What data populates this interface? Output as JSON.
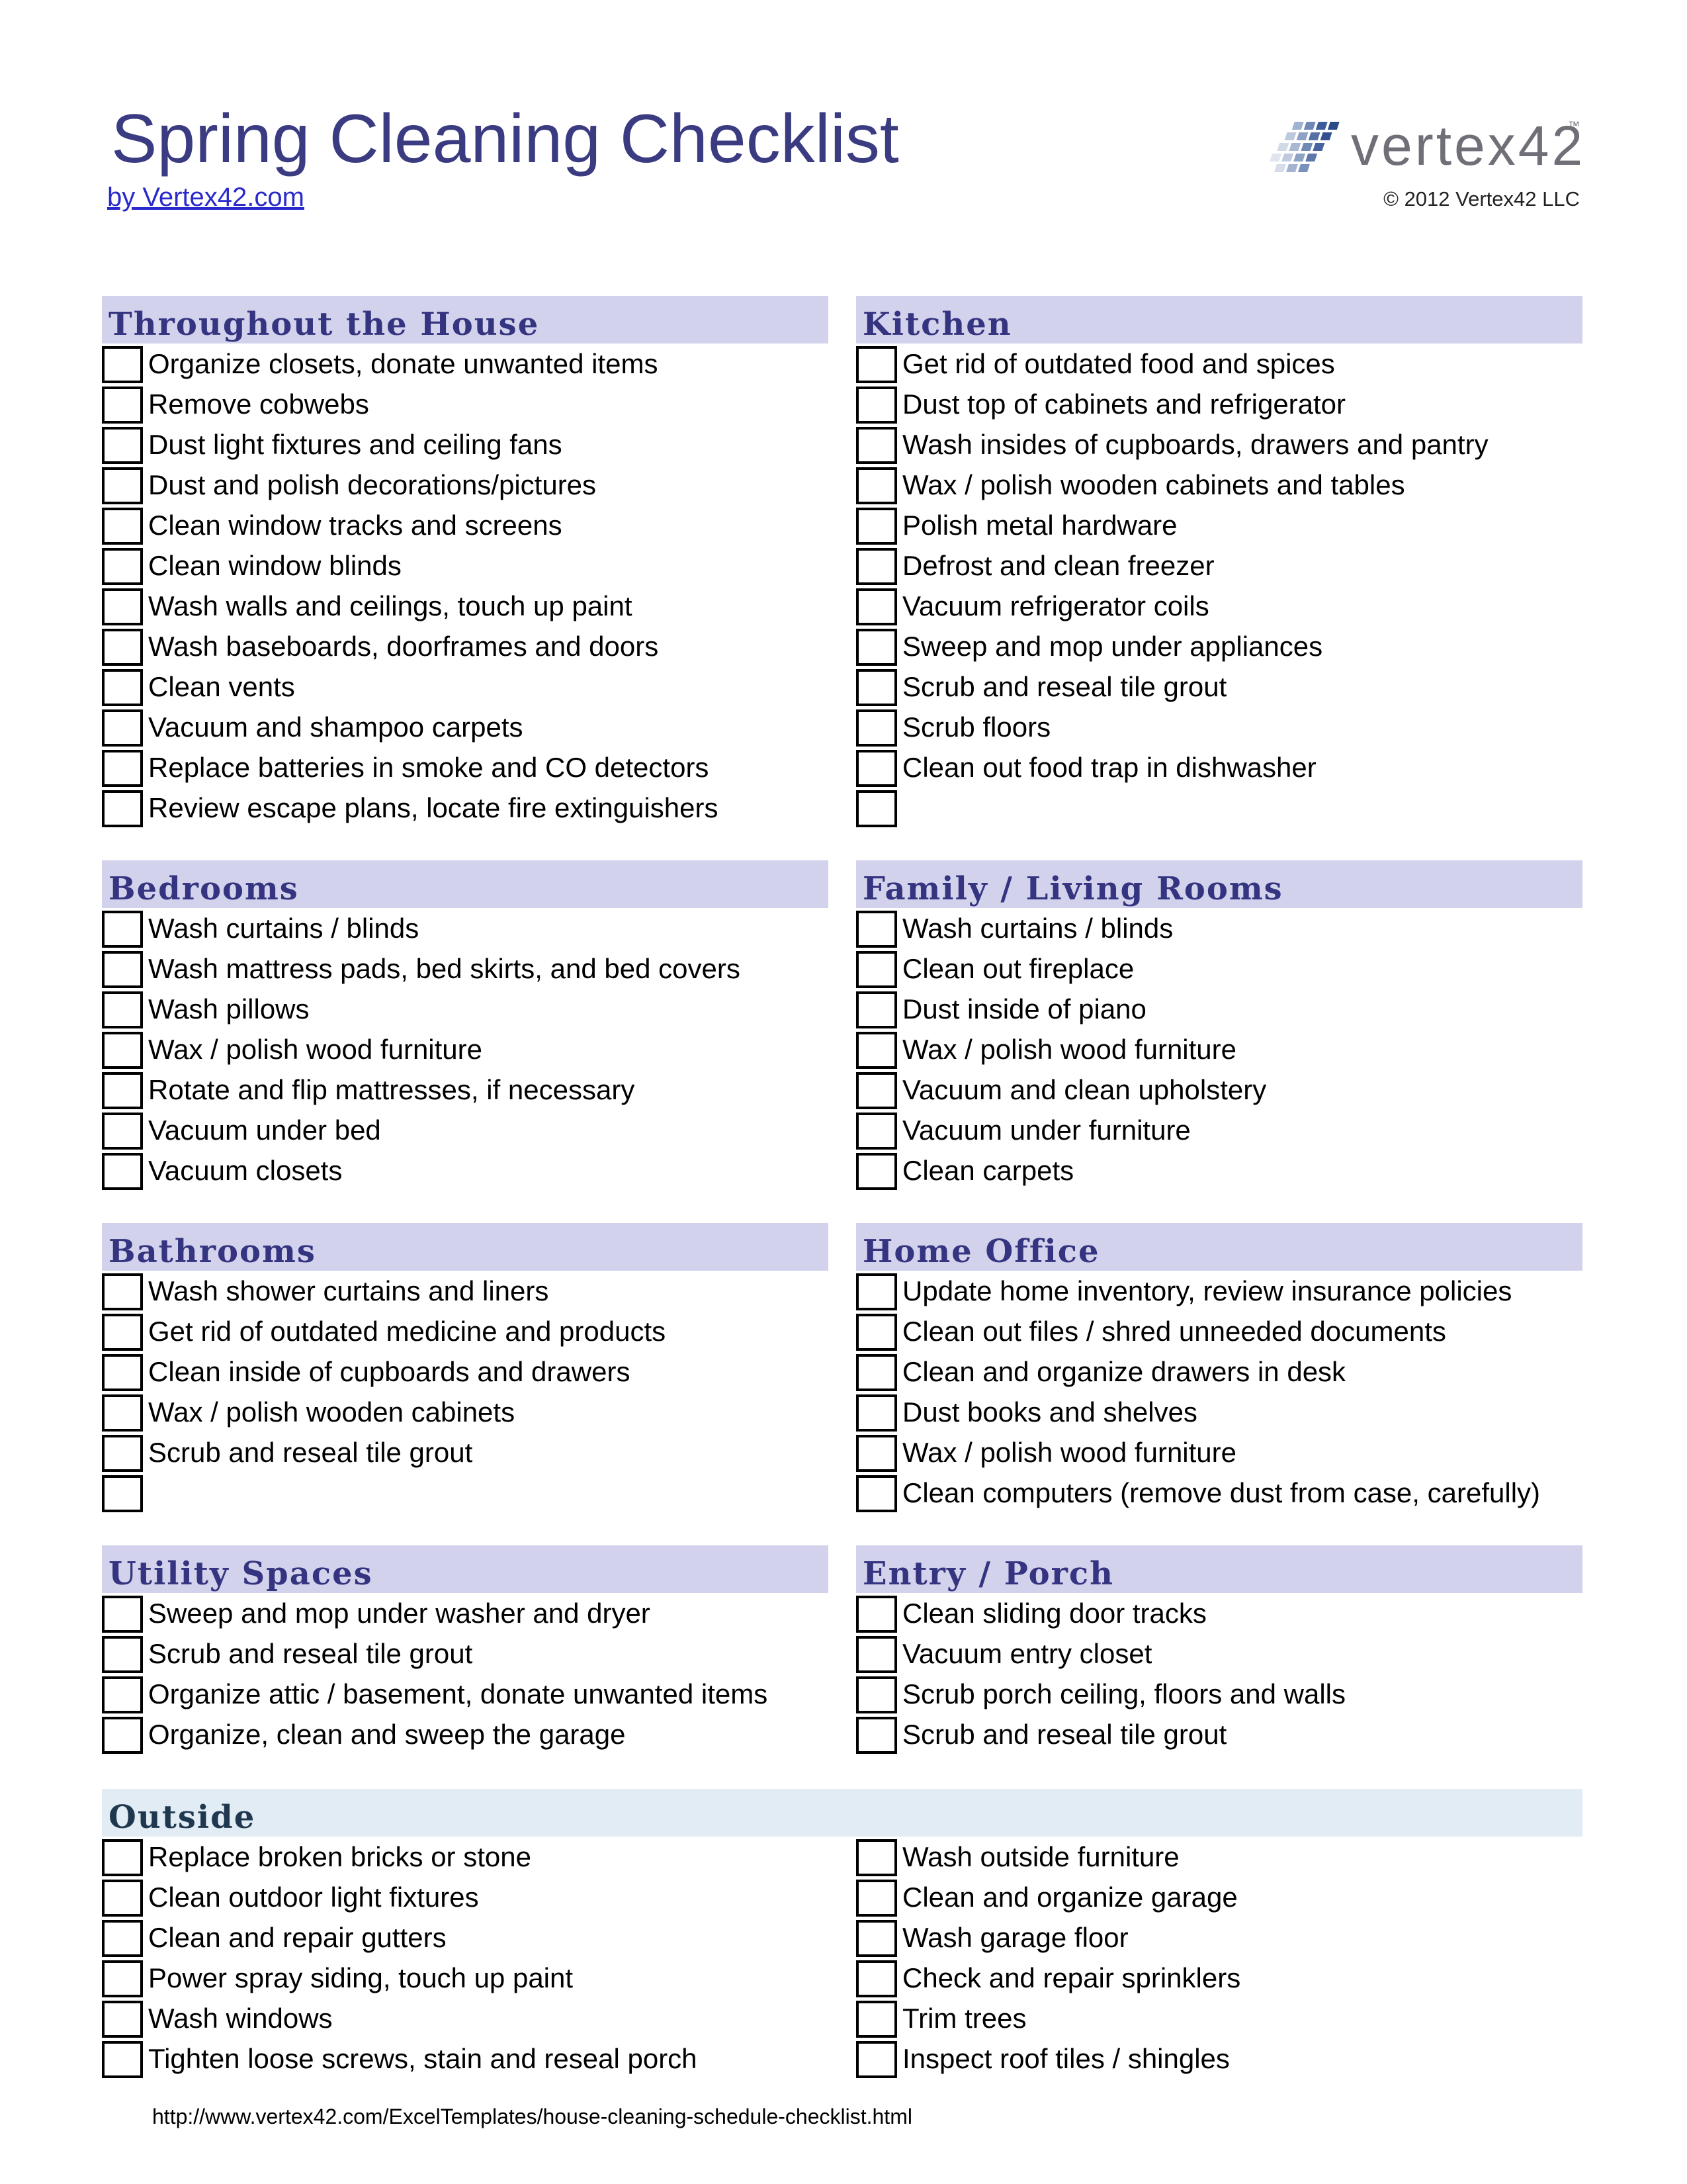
{
  "header": {
    "title": "Spring Cleaning Checklist",
    "byline": "by Vertex42.com",
    "logo_text": "vertex42",
    "logo_tm": "™",
    "copyright": "© 2012 Vertex42 LLC"
  },
  "colors": {
    "title": "#3b3b82",
    "header_band": "#d3d2ec",
    "outside_band": "#e2ecf4",
    "link": "#2a2acc"
  },
  "sections": {
    "throughout": {
      "title": "Throughout the House",
      "items": [
        "Organize closets, donate unwanted items",
        "Remove cobwebs",
        "Dust light fixtures and ceiling fans",
        "Dust and polish decorations/pictures",
        "Clean window tracks and screens",
        "Clean window blinds",
        "Wash walls and ceilings, touch up paint",
        "Wash baseboards, doorframes and doors",
        "Clean vents",
        "Vacuum and shampoo carpets",
        "Replace batteries in smoke and CO detectors",
        "Review escape plans, locate fire extinguishers"
      ]
    },
    "kitchen": {
      "title": "Kitchen",
      "items": [
        "Get rid of outdated food and spices",
        "Dust top of cabinets and refrigerator",
        "Wash insides of cupboards, drawers and pantry",
        "Wax / polish wooden cabinets and tables",
        "Polish metal hardware",
        "Defrost and clean freezer",
        "Vacuum refrigerator coils",
        "Sweep and mop under appliances",
        "Scrub and reseal tile grout",
        "Scrub floors",
        "Clean out food trap in dishwasher",
        ""
      ]
    },
    "bedrooms": {
      "title": "Bedrooms",
      "items": [
        "Wash curtains / blinds",
        "Wash mattress pads, bed skirts, and bed covers",
        "Wash pillows",
        "Wax / polish wood furniture",
        "Rotate and flip mattresses, if necessary",
        "Vacuum under bed",
        "Vacuum closets"
      ]
    },
    "family": {
      "title": "Family / Living Rooms",
      "items": [
        "Wash curtains / blinds",
        "Clean out fireplace",
        "Dust inside of piano",
        "Wax / polish wood furniture",
        "Vacuum and clean upholstery",
        "Vacuum under furniture",
        "Clean carpets"
      ]
    },
    "bathrooms": {
      "title": "Bathrooms",
      "items": [
        "Wash shower curtains and liners",
        "Get rid of outdated medicine and products",
        "Clean inside of cupboards and drawers",
        "Wax / polish wooden cabinets",
        "Scrub and reseal tile grout",
        ""
      ]
    },
    "office": {
      "title": "Home Office",
      "items": [
        "Update home inventory, review insurance policies",
        "Clean out files / shred unneeded documents",
        "Clean and organize drawers in desk",
        "Dust books and shelves",
        "Wax / polish wood furniture",
        "Clean computers (remove dust from case, carefully)"
      ]
    },
    "utility": {
      "title": "Utility Spaces",
      "items": [
        "Sweep and mop under washer and dryer",
        "Scrub and reseal tile grout",
        "Organize attic / basement, donate unwanted items",
        "Organize, clean and sweep the garage"
      ]
    },
    "entry": {
      "title": "Entry / Porch",
      "items": [
        "Clean sliding door tracks",
        "Vacuum entry closet",
        "Scrub porch ceiling, floors and walls",
        "Scrub and reseal tile grout"
      ]
    },
    "outside": {
      "title": "Outside",
      "left_items": [
        "Replace broken bricks or stone",
        "Clean outdoor light fixtures",
        "Clean and repair gutters",
        "Power spray siding, touch up paint",
        "Wash windows",
        "Tighten loose screws, stain and reseal porch"
      ],
      "right_items": [
        "Wash outside furniture",
        "Clean and organize garage",
        "Wash garage floor",
        "Check and repair sprinklers",
        "Trim trees",
        "Inspect roof tiles / shingles"
      ]
    }
  },
  "footer": {
    "url": "http://www.vertex42.com/ExcelTemplates/house-cleaning-schedule-checklist.html"
  }
}
